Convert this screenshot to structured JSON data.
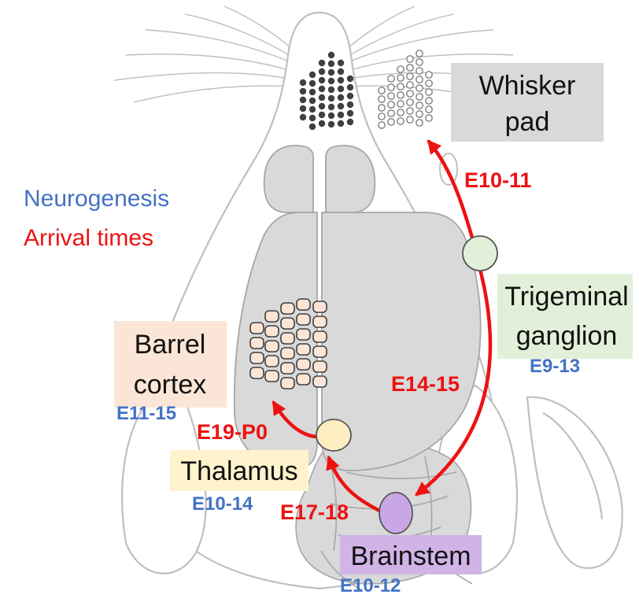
{
  "legend": {
    "neurogenesis": "Neurogenesis",
    "arrival": "Arrival times",
    "neurogenesis_color": "#4472c4",
    "arrival_color": "#ee1111"
  },
  "structures": {
    "whisker_pad": {
      "line1": "Whisker",
      "line2": "pad",
      "box_color": "#d9d9d9"
    },
    "trigeminal_ganglion": {
      "line1": "Trigeminal",
      "line2": "ganglion",
      "neurogenesis": "E9-13",
      "box_color": "#e2f0d9",
      "node_color": "#e2f0d9"
    },
    "barrel_cortex": {
      "line1": "Barrel",
      "line2": "cortex",
      "neurogenesis": "E11-15",
      "box_color": "#fbe5d6"
    },
    "thalamus": {
      "label": "Thalamus",
      "neurogenesis": "E10-14",
      "box_color": "#fff2cc",
      "node_color": "#ffeec2"
    },
    "brainstem": {
      "label": "Brainstem",
      "neurogenesis": "E10-12",
      "box_color": "#d1b3e8",
      "node_color": "#c9a7e6"
    }
  },
  "arrivals": {
    "tg_to_whisker": "E10-11",
    "tg_to_brainstem": "E14-15",
    "brainstem_to_thalamus": "E17-18",
    "thalamus_to_cortex": "E19-P0"
  }
}
